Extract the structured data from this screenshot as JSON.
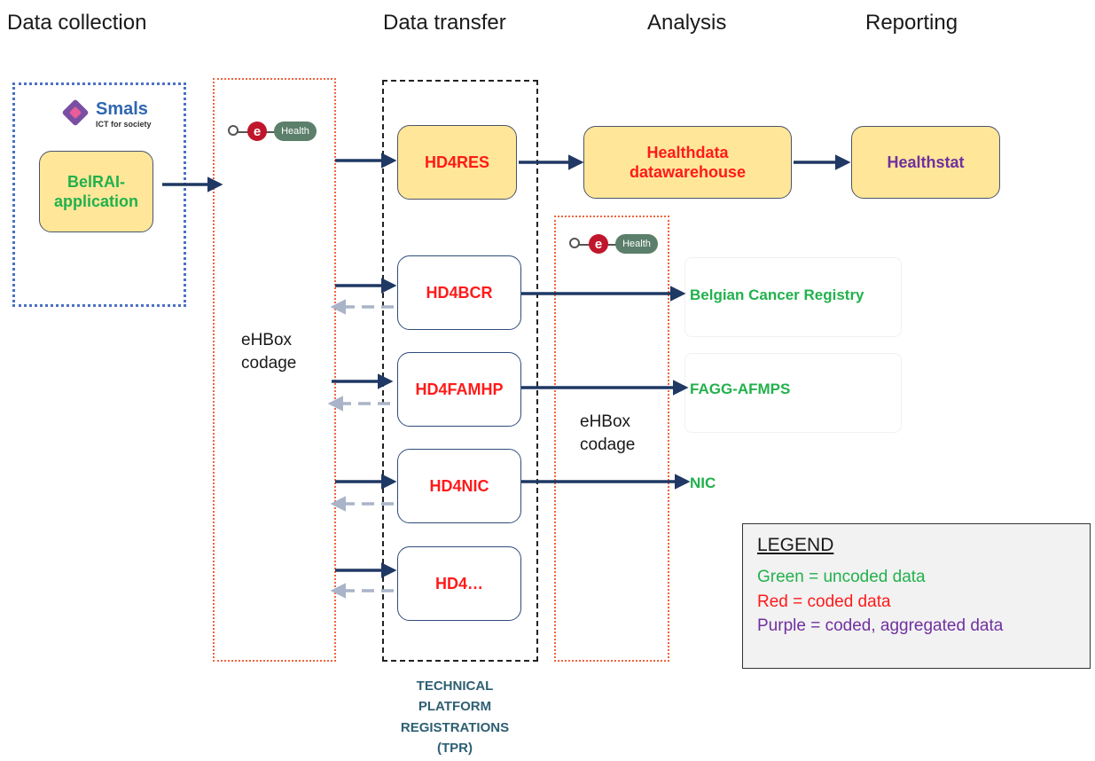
{
  "columns": {
    "collection": "Data collection",
    "transfer": "Data transfer",
    "analysis": "Analysis",
    "reporting": "Reporting"
  },
  "smals": {
    "name": "Smals",
    "tagline": "ICT for society"
  },
  "ehealth_logo": {
    "letter": "e",
    "word": "Health"
  },
  "boxes": {
    "belrai": "BelRAI-\napplication",
    "hd4res": "HD4RES",
    "healthdata": "Healthdata\ndatawarehouse",
    "healthstat": "Healthstat",
    "hd4bcr": "HD4BCR",
    "hd4famhp": "HD4FAMHP",
    "hd4nic": "HD4NIC",
    "hd4more": "HD4…"
  },
  "ehbox_left": "eHBox\ncodage",
  "ehbox_right": "eHBox\ncodage",
  "destinations": {
    "bcr": "Belgian Cancer Registry",
    "famhp": "FAGG-AFMPS",
    "nic": "NIC"
  },
  "tpr_label": "TECHNICAL\nPLATFORM\nREGISTRATIONS\n(TPR)",
  "legend": {
    "title": "LEGEND",
    "items": [
      {
        "text": "Green = uncoded data",
        "color": "#22b14c"
      },
      {
        "text": "Red = coded data",
        "color": "#ff1a1a"
      },
      {
        "text": "Purple = coded, aggregated data",
        "color": "#7030a0"
      }
    ]
  },
  "colors": {
    "green": "#22b14c",
    "red": "#ff1a1a",
    "purple": "#7030a0",
    "arrow": "#1f3864",
    "return_arrow": "#aab4c8",
    "tpr_text": "#2e5f73"
  }
}
